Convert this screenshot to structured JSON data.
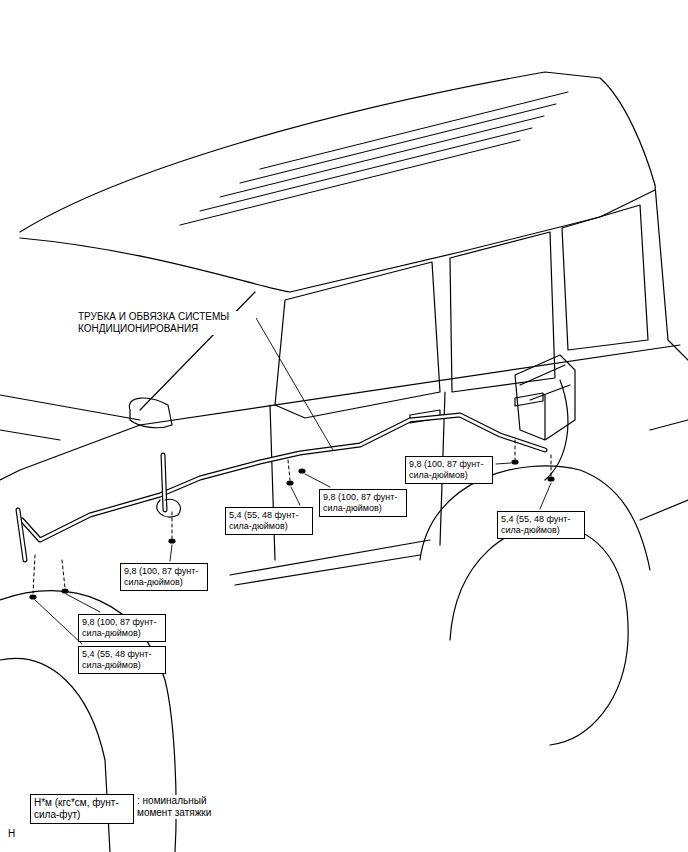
{
  "diagram": {
    "nodes": [
      {
        "text": [
          "9,8 (100, 87 фунт-сила-дюймов)"
        ]
      },
      {
        "text": [
          "9,8 (100, 87 фунт-сила-дюймов)"
        ]
      },
      {
        "text": [
          "5,4 (55, 48 фунт-сила-дюймов)"
        ]
      },
      {
        "text": [
          "5,4 (55, 48 фунт-сила-дюймов)"
        ]
      },
      {
        "text": [
          "9,8 (100, 87 фунт-сила-дюймов)"
        ]
      },
      {
        "text": [
          "9,8 (100, 87 фунт-сила-дюймов)"
        ]
      },
      {
        "text": [
          "5,4 (55, 48 фунт-сила-дюймов)"
        ]
      },
      {
        "text": [
          "Н*м (кгс*см, фунт-сила-фут)"
        ]
      }
    ],
    "labels": [
      "ТРУБКА И ОБВЯЗКА СИСТЕМЫ КОНДИЦИОНИРОВАНИЯ",
      ": номинальный момент затяжки",
      "H"
    ]
  }
}
